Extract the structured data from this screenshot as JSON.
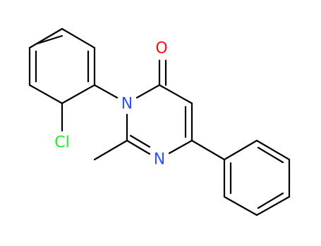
{
  "molecule": {
    "atoms": {
      "oxygen": {
        "label": "O",
        "color": "#ff0d0d"
      },
      "nitrogen_3": {
        "label": "N",
        "color": "#3050f8"
      },
      "nitrogen_1": {
        "label": "N",
        "color": "#3050f8"
      },
      "chlorine": {
        "label": "Cl",
        "color": "#1ff01f"
      }
    },
    "bond_color": "#000000"
  }
}
